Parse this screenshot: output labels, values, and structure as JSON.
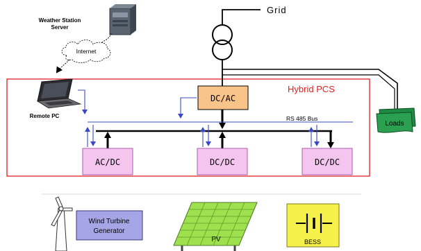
{
  "labels": {
    "grid": "Grid",
    "weather_server_line1": "Weather Station",
    "weather_server_line2": "Server",
    "internet": "Internet",
    "remote_pc": "Remote PC",
    "hybrid_pcs": "Hybrid PCS",
    "rs485": "RS 485 Bus",
    "loads": "Loads",
    "dcac": "DC/AC",
    "acdc": "AC/DC",
    "dcdc_pv": "DC/DC",
    "dcdc_bess": "DC/DC",
    "wind_line1": "Wind Turbine",
    "wind_line2": "Generator",
    "pv": "PV",
    "bess": "BESS"
  },
  "colors": {
    "pcs_border": "#e02020",
    "pcs_text": "#e02020",
    "converter_fill": "#f4c6ef",
    "converter_border": "#b05ab0",
    "dcac_fill": "#f8c48a",
    "comm_line": "#3a48c8",
    "loads_fill": "#2aa050",
    "wind_box_fill": "#a6a6e6",
    "pv_fill": "#9ee04e",
    "bess_fill": "#f6f04a",
    "power_line": "#000000"
  },
  "icons": [
    "server-icon",
    "cloud-icon",
    "laptop-icon",
    "transformer-icon",
    "wind-turbine-icon",
    "solar-panel-icon",
    "battery-icon"
  ]
}
